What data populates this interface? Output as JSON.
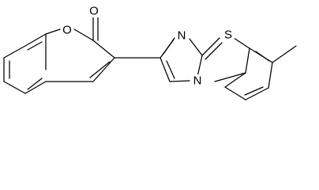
{
  "colors": {
    "background": "#ffffff",
    "bond": "#000000",
    "label": "#000000"
  },
  "atoms": {
    "carbonyl_o": "O",
    "ring_o": "O",
    "imidazole_n": "N",
    "bridgehead_n": "N",
    "sulfur": "S"
  }
}
